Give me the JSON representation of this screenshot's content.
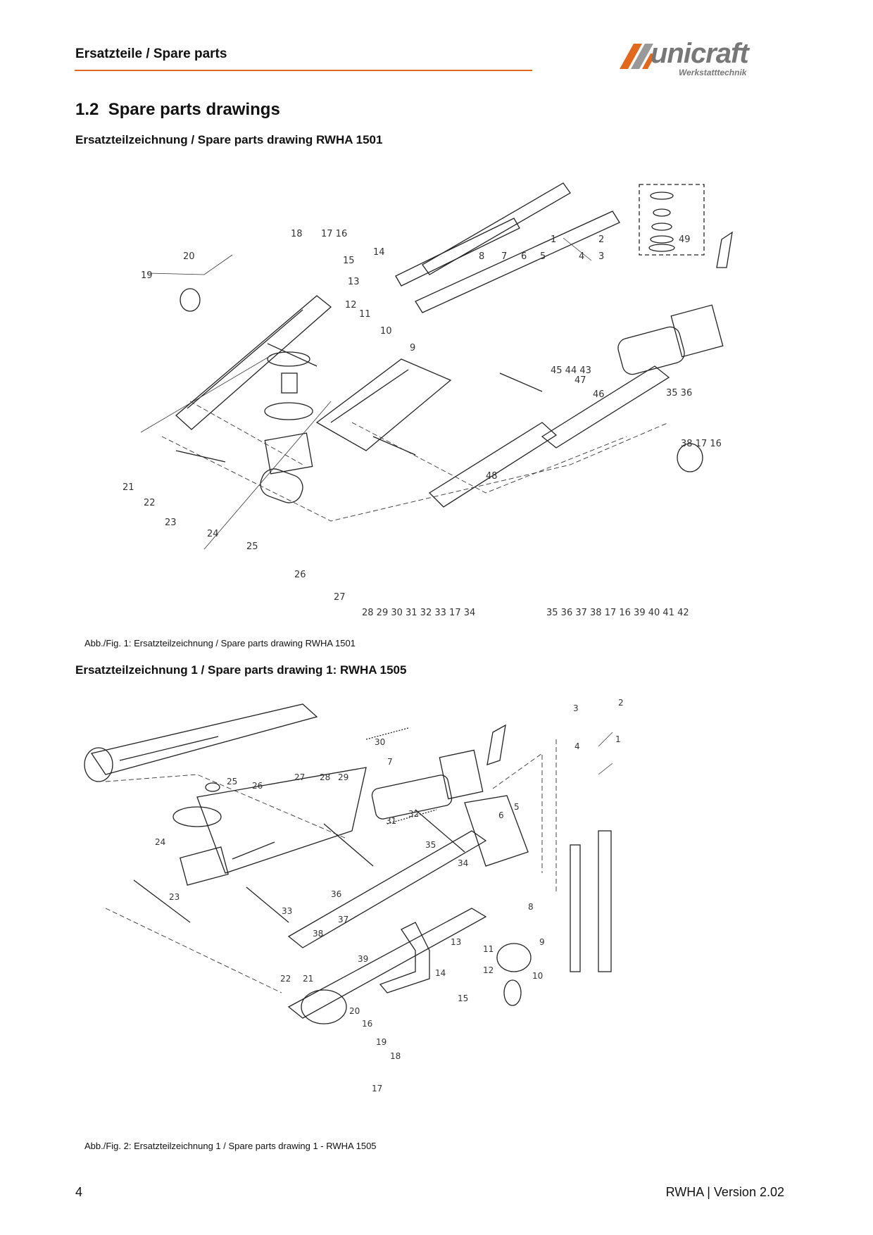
{
  "header": {
    "title": "Ersatzteile / Spare parts",
    "logo_text": "unicraft",
    "logo_subtitle": "Werkstatttechnik",
    "accent_color": "#e0681f"
  },
  "section": {
    "number": "1.2",
    "title": "Spare parts drawings"
  },
  "figure1": {
    "heading": "Ersatzteilzeichnung / Spare parts drawing RWHA 1501",
    "caption": "Abb./Fig. 1: Ersatzteilzeichnung / Spare parts drawing RWHA 1501",
    "callouts": [
      "1",
      "2",
      "3",
      "4",
      "5",
      "6",
      "7",
      "8",
      "9",
      "10",
      "11",
      "12",
      "13",
      "14",
      "15",
      "16",
      "17",
      "18",
      "19",
      "20",
      "21",
      "22",
      "23",
      "24",
      "25",
      "26",
      "27",
      "28",
      "29",
      "30",
      "31",
      "32",
      "33",
      "34",
      "35",
      "36",
      "37",
      "38",
      "39",
      "40",
      "41",
      "42",
      "43",
      "44",
      "45",
      "46",
      "47",
      "48",
      "49"
    ],
    "bottom_row": [
      "27",
      "28",
      "29",
      "30",
      "31",
      "32",
      "33",
      "17",
      "34",
      "35",
      "36",
      "37",
      "38",
      "17",
      "16",
      "39",
      "40",
      "41",
      "42"
    ]
  },
  "figure2": {
    "heading": "Ersatzteilzeichnung 1 / Spare parts drawing 1: RWHA 1505",
    "caption": "Abb./Fig. 2: Ersatzteilzeichnung 1 / Spare parts drawing 1 - RWHA 1505",
    "callouts": [
      "1",
      "2",
      "3",
      "4",
      "5",
      "6",
      "7",
      "8",
      "9",
      "10",
      "11",
      "12",
      "13",
      "14",
      "15",
      "16",
      "17",
      "18",
      "19",
      "20",
      "21",
      "22",
      "23",
      "24",
      "25",
      "26",
      "27",
      "28",
      "29",
      "30",
      "31",
      "32",
      "33",
      "34",
      "35",
      "36",
      "37",
      "38",
      "39"
    ]
  },
  "footer": {
    "page_number": "4",
    "version": "RWHA | Version 2.02"
  }
}
